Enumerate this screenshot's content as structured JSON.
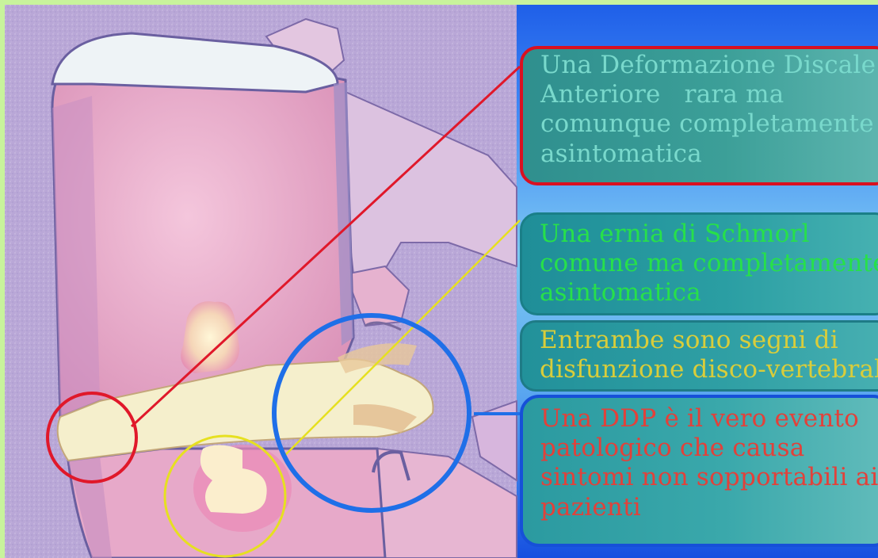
{
  "callouts": [
    {
      "lines": [
        "Una Deformazione Discale",
        "Anteriore   rara ma",
        "comunque completamente",
        "asintomatica"
      ],
      "border_color": "#d91020",
      "text_color": "#79d9cc"
    },
    {
      "lines": [
        "Una ernia di Schmorl",
        "comune ma completamente",
        "asintomatica"
      ],
      "border_color": "#1a7f88",
      "text_color": "#27e04a"
    },
    {
      "lines": [
        "Entrambe sono segni di",
        "disfunzione disco-vertebrale"
      ],
      "border_color": "#1e7b86",
      "text_color": "#d9cd3a"
    },
    {
      "lines": [
        "Una DDP è il vero evento",
        "patologico che causa",
        "sintomi non sopportabili ai",
        "pazienti"
      ],
      "border_color": "#1650d8",
      "text_color": "#e2413a"
    }
  ],
  "markers": [
    {
      "name": "anterior-deformation-circle",
      "color": "#e0182a"
    },
    {
      "name": "schmorl-node-circle",
      "color": "#e6e020"
    },
    {
      "name": "posterior-herniation-circle",
      "color": "#1f6fe8"
    }
  ],
  "colors": {
    "page_border": "#c8f39c",
    "vertebra": "#e8aac8",
    "background": "#b8a8d6",
    "disc": "#f3ecc8"
  }
}
